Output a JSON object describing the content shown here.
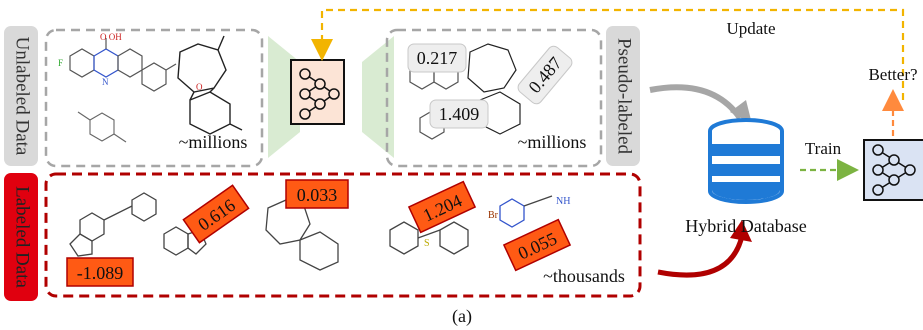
{
  "labels": {
    "unlabeled_data": "Unlabeled Data",
    "labeled_data": "Labeled Data",
    "pseudo_labeled": "Pseudo-labeled",
    "millions_left": "~millions",
    "millions_right": "~millions",
    "thousands": "~thousands",
    "update": "Update",
    "better": "Better?",
    "train": "Train",
    "hybrid_database": "Hybrid Database",
    "caption": "(a)"
  },
  "pseudo_values": [
    "0.217",
    "0.487",
    "1.409"
  ],
  "labeled_values": [
    "-1.089",
    "0.616",
    "0.033",
    "1.204",
    "0.055"
  ],
  "colors": {
    "accent_red": "#c00000",
    "label_orange": "#ff5a14",
    "update_arrow": "#f2b400",
    "train_arrow": "#7cb342",
    "output_arrow": "#ff8a3d",
    "database_blue": "#1f7ad6",
    "gray_box": "#d9d9d9",
    "model_fill": "#fce4d6",
    "model_fill_2": "#dae3f3"
  },
  "icons": {
    "model": "neural-network-icon",
    "database": "database-icon"
  }
}
